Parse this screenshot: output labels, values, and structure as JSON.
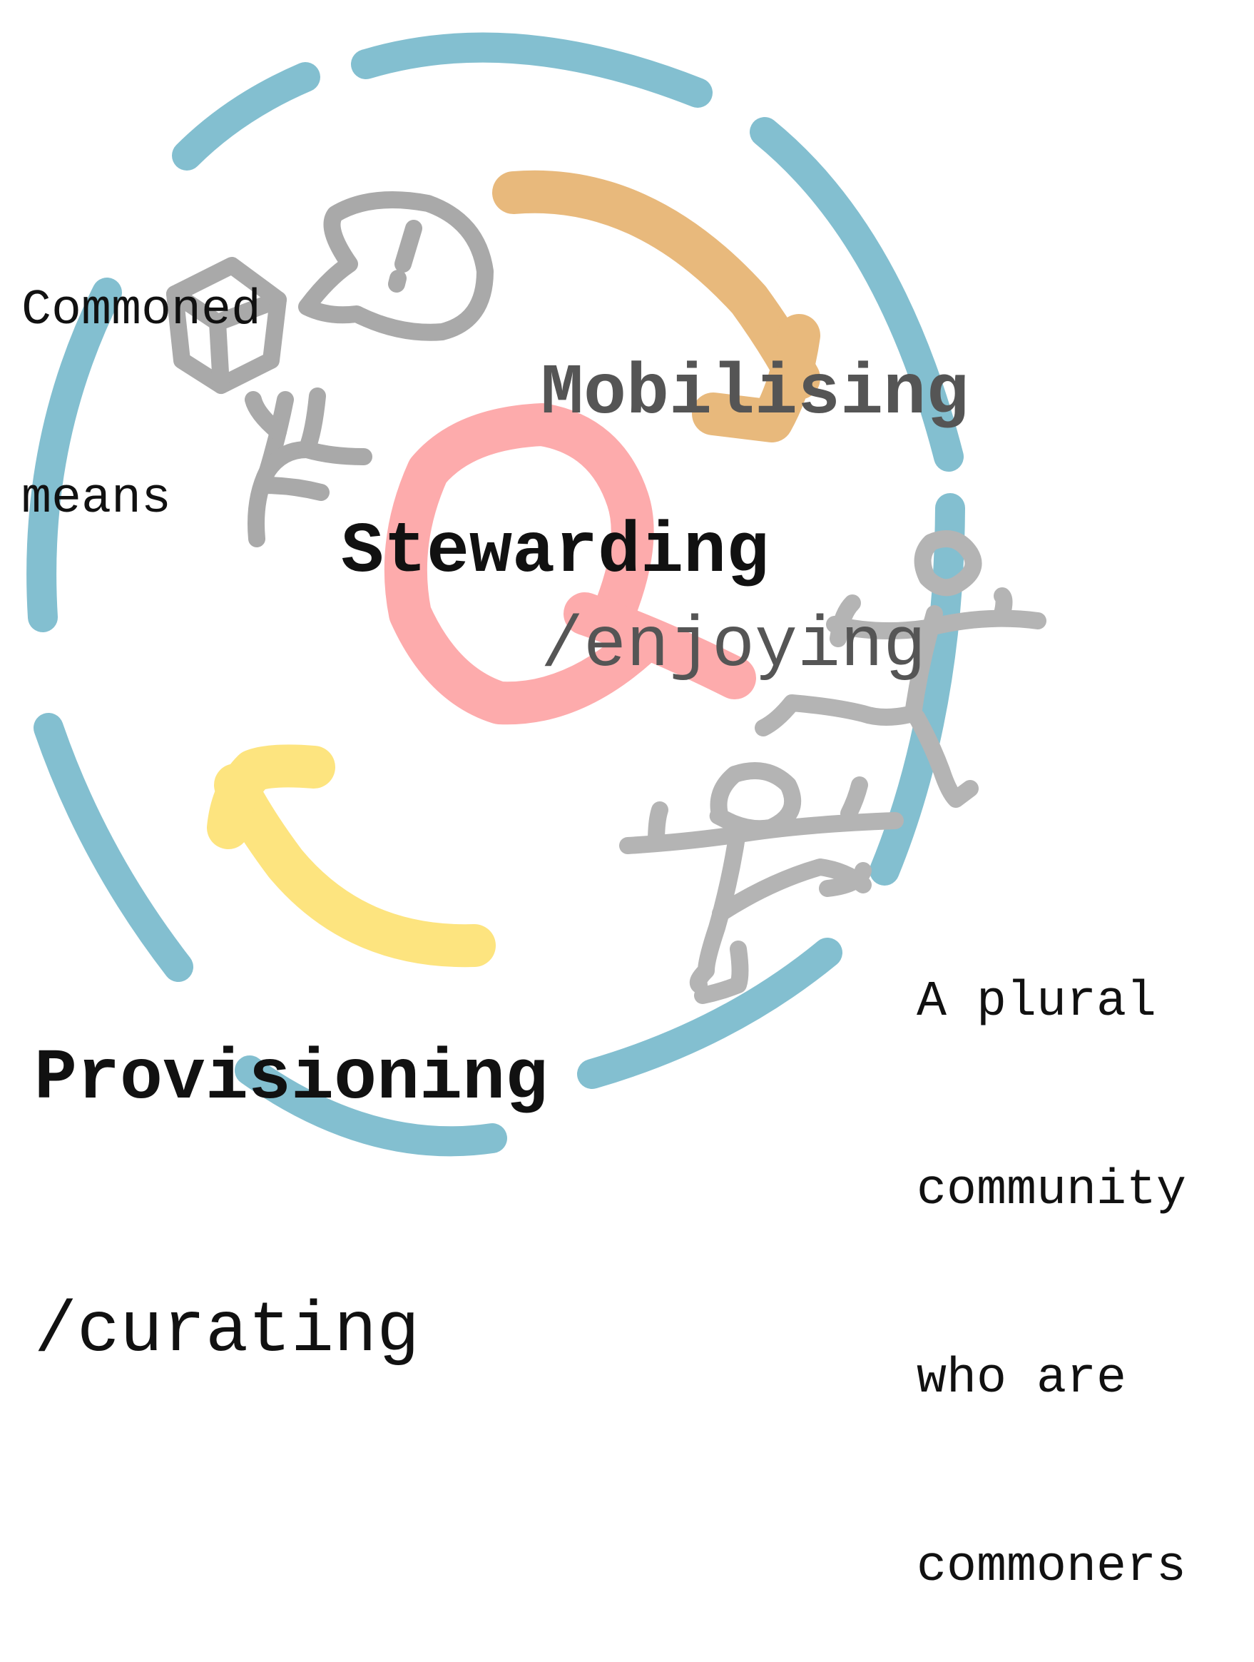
{
  "diagram": {
    "labels": {
      "commoned_means_line1": "Commoned",
      "commoned_means_line2": "means",
      "mobilising": "Mobilising",
      "enjoying": "/enjoying",
      "stewarding": "Stewarding",
      "provisioning": "Provisioning",
      "curating": "/curating",
      "community_line1": "A plural",
      "community_line2": "community",
      "community_line3": "who are",
      "community_line4": "commoners"
    },
    "colors": {
      "ring": "#83bfd0",
      "mobilising_arrow": "#e8b97c",
      "provisioning_arrow": "#fde47f",
      "stewarding_loop": "#fdabac",
      "sketches": "#a9a9a9",
      "mobilising_text": "#555555",
      "provisioning_text": "#111111"
    },
    "icons": [
      "cube-icon",
      "speech-bubble-exclamation-icon",
      "sprout-icon",
      "stick-figure-icon",
      "stick-figure-icon"
    ]
  }
}
